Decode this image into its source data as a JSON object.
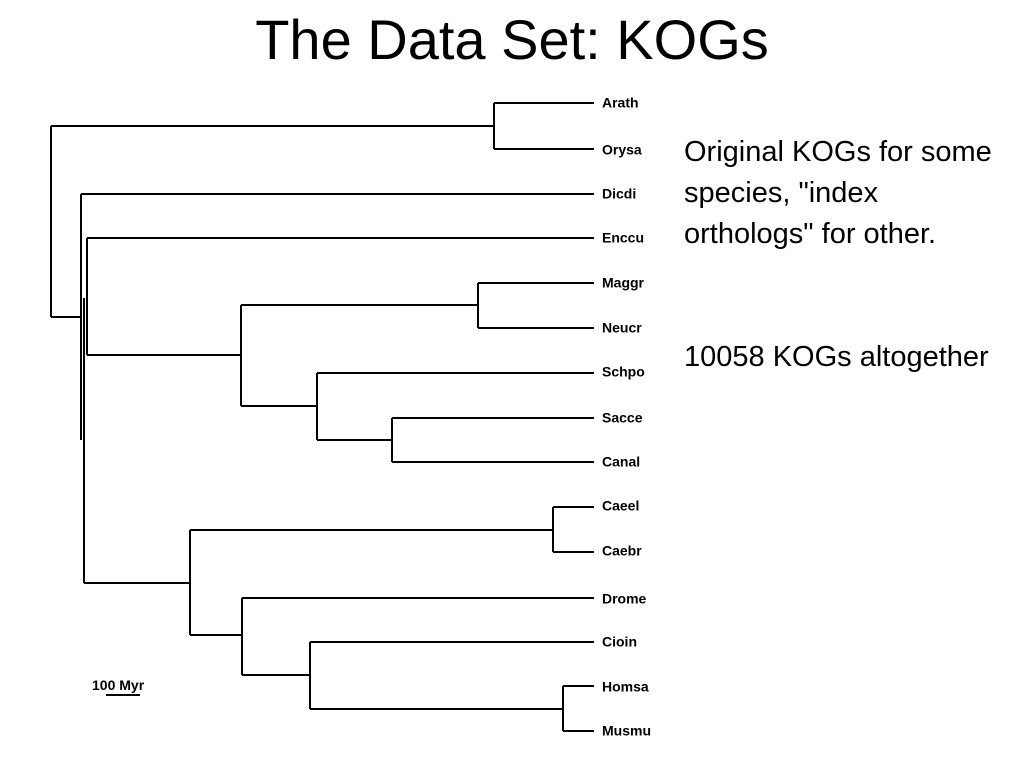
{
  "title": "The Data Set: KOGs",
  "notes": {
    "line1": "Original KOGs for some species, \"index orthologs\" for other.",
    "line2": "10058 KOGs altogether"
  },
  "tree": {
    "leaves": [
      "Arath",
      "Orysa",
      "Dicdi",
      "Enccu",
      "Maggr",
      "Neucr",
      "Schpo",
      "Sacce",
      "Canal",
      "Caeel",
      "Caebr",
      "Drome",
      "Cioin",
      "Homsa",
      "Musmu"
    ],
    "scale_bar_label": "100 Myr"
  },
  "colors": {
    "ink": "#000000",
    "background": "#ffffff"
  }
}
